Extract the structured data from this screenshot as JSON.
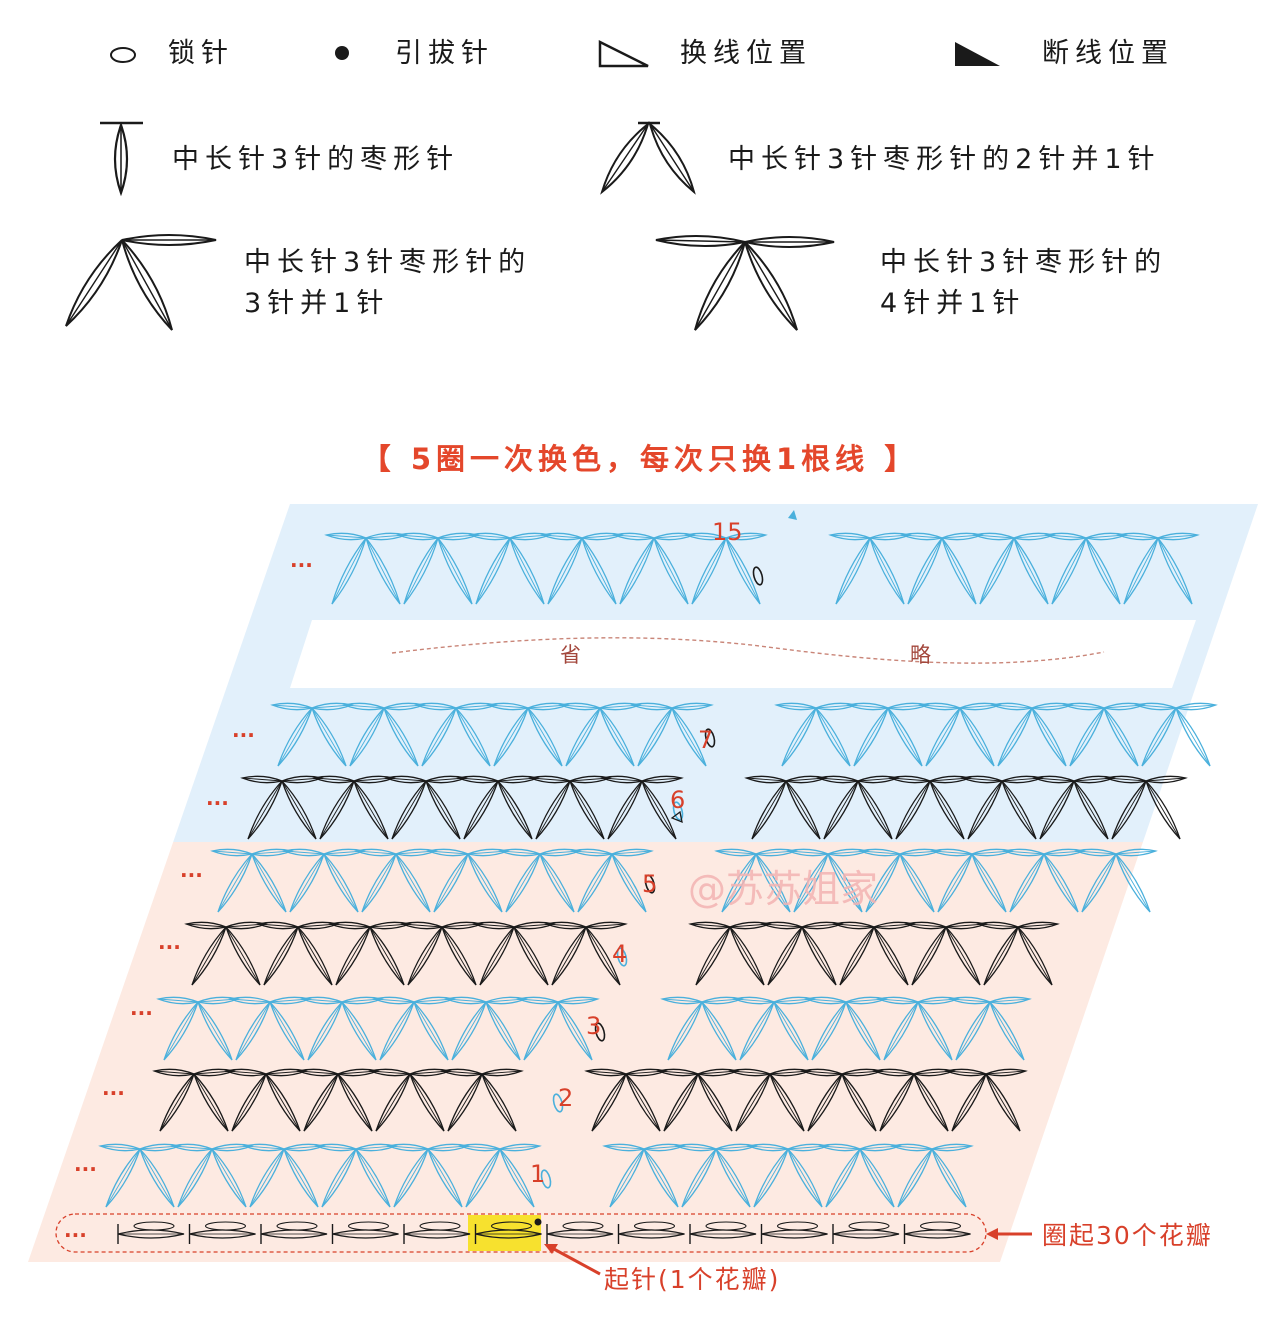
{
  "legend": {
    "chain": "锁针",
    "slip_stitch": "引拔针",
    "change_yarn": "换线位置",
    "cut_yarn": "断线位置",
    "puff": "中长针3针的枣形针",
    "puff_2tog": "中长针3针枣形针的2针并1针",
    "puff_3tog_line1": "中长针3针枣形针的",
    "puff_3tog_line2": "3针并1针",
    "puff_4tog_line1": "中长针3针枣形针的",
    "puff_4tog_line2": "4针并1针"
  },
  "title": "【 5圈一次换色，每次只换1根线 】",
  "rounds": [
    {
      "number": "1",
      "color": "blue"
    },
    {
      "number": "2",
      "color": "black"
    },
    {
      "number": "3",
      "color": "blue"
    },
    {
      "number": "4",
      "color": "black"
    },
    {
      "number": "5",
      "color": "blue"
    },
    {
      "number": "6",
      "color": "black"
    },
    {
      "number": "7",
      "color": "blue"
    },
    {
      "number": "15",
      "color": "blue"
    }
  ],
  "omitted": {
    "left": "省",
    "right": "略"
  },
  "ellipsis": "···",
  "watermark": "@苏苏姐家",
  "foundation_label": "圈起30个花瓣",
  "start_label": "起针(1个花瓣)",
  "colors": {
    "blue_stitch": "#4ab0dc",
    "black_stitch": "#1a1a1a",
    "blue_bg": "#e2f0fb",
    "peach_bg": "#fdeae2",
    "red": "#d8402a",
    "highlight": "#f7e12e",
    "omit_text": "#a3473c"
  }
}
